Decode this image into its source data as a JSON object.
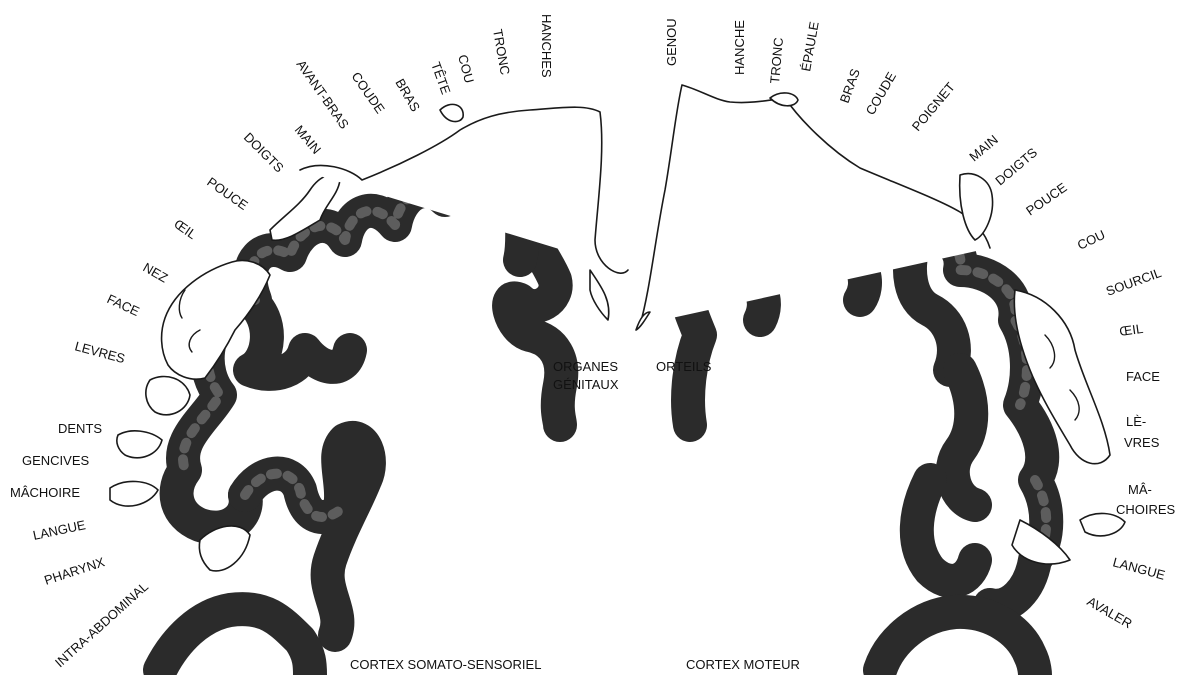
{
  "sensory": {
    "title": "CORTEX SOMATO-SENSORIEL",
    "labels": {
      "hanches": "HANCHES",
      "tronc": "TRONC",
      "cou": "COU",
      "tete": "TÊTE",
      "bras": "BRAS",
      "coude": "COUDE",
      "avant_bras": "AVANT-BRAS",
      "main": "MAIN",
      "doigts": "DOIGTS",
      "pouce": "POUCE",
      "oeil": "ŒIL",
      "nez": "NEZ",
      "face": "FACE",
      "levres": "LEVRES",
      "dents": "DENTS",
      "gencives": "GENCIVES",
      "machoire": "MÂCHOIRE",
      "langue": "LANGUE",
      "pharynx": "PHARYNX",
      "intra_abdominal": "INTRA-ABDOMINAL",
      "organes_1": "ORGANES",
      "organes_2": "GÉNITAUX"
    }
  },
  "motor": {
    "title": "CORTEX MOTEUR",
    "labels": {
      "genou": "GENOU",
      "hanche": "HANCHE",
      "tronc": "TRONC",
      "epaule": "ÉPAULE",
      "bras": "BRAS",
      "coude": "COUDE",
      "poignet": "POIGNET",
      "main": "MAIN",
      "doigts": "DOIGTS",
      "pouce": "POUCE",
      "cou": "COU",
      "sourcil": "SOURCIL",
      "oeil": "ŒIL",
      "face": "FACE",
      "levres_1": "LÈ-",
      "levres_2": "VRES",
      "machoires_1": "MÂ-",
      "machoires_2": "CHOIRES",
      "langue": "LANGUE",
      "avaler": "AVALER",
      "orteils": "ORTEILS"
    }
  }
}
